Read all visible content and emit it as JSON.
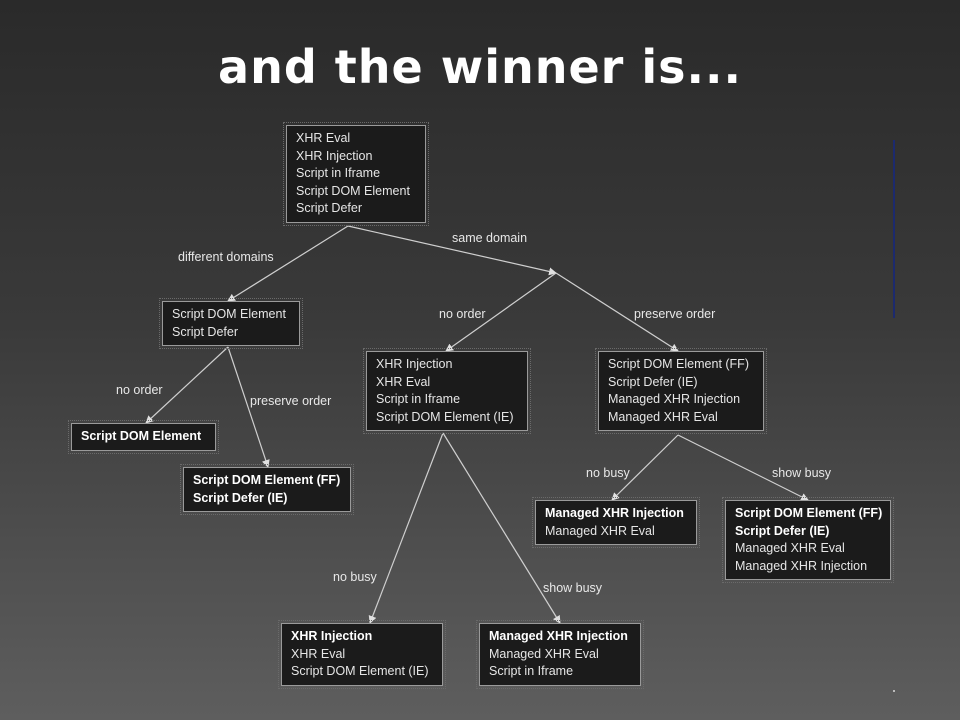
{
  "title": "and the winner is...",
  "nodes": {
    "root": {
      "lines": [
        "XHR Eval",
        "XHR Injection",
        "Script in Iframe",
        "Script DOM Element",
        "Script Defer"
      ]
    },
    "diff_domains": {
      "lines": [
        "Script DOM Element",
        "Script Defer"
      ]
    },
    "diff_no_order": {
      "lines": [
        "Script DOM Element"
      ]
    },
    "diff_preserve": {
      "lines": [
        "Script DOM Element (FF)",
        "Script Defer (IE)"
      ]
    },
    "same_no_order": {
      "lines": [
        "XHR Injection",
        "XHR Eval",
        "Script in Iframe",
        "Script DOM Element (IE)"
      ]
    },
    "same_preserve": {
      "lines": [
        "Script DOM Element (FF)",
        "Script Defer (IE)",
        "Managed XHR Injection",
        "Managed XHR Eval"
      ]
    },
    "no_order_no_busy": {
      "lines": [
        "XHR Injection",
        "XHR Eval",
        "Script DOM Element (IE)"
      ]
    },
    "no_order_show_busy": {
      "lines": [
        "Managed XHR Injection",
        "Managed XHR Eval",
        "Script in Iframe"
      ]
    },
    "preserve_no_busy": {
      "lines": [
        "Managed XHR Injection",
        "Managed XHR Eval"
      ]
    },
    "preserve_show_busy": {
      "lines": [
        "Script DOM Element (FF)",
        "Script Defer (IE)",
        "Managed XHR Eval",
        "Managed XHR Injection"
      ]
    }
  },
  "edge_labels": {
    "different_domains": "different domains",
    "same_domain": "same domain",
    "diff_no_order": "no order",
    "diff_preserve_order": "preserve order",
    "same_no_order": "no order",
    "same_preserve_order": "preserve order",
    "no_order_no_busy": "no busy",
    "no_order_show_busy": "show busy",
    "preserve_no_busy": "no busy",
    "preserve_show_busy": "show busy"
  },
  "colors": {
    "accent_bar": "#1c2a6e"
  }
}
